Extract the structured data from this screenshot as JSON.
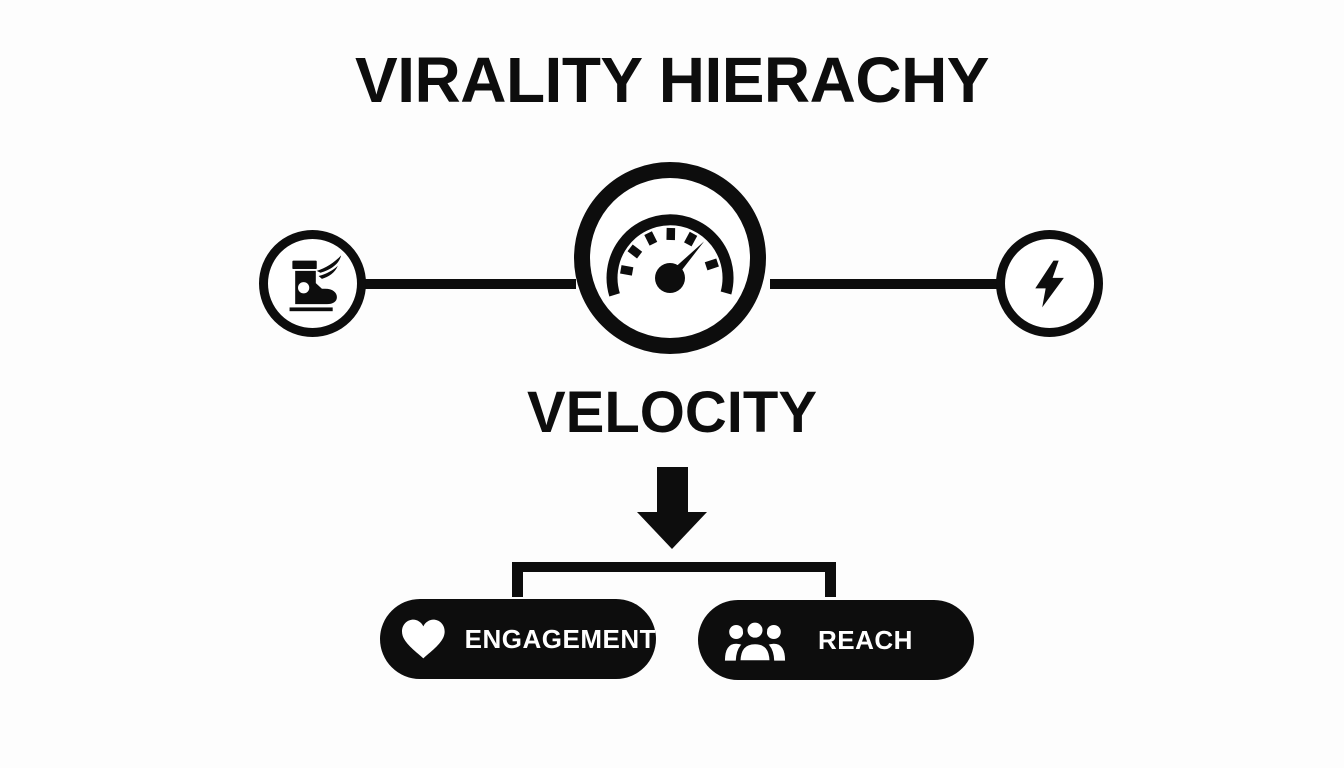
{
  "title": "VIRALITY HIERACHY",
  "colors": {
    "ink": "#0d0d0d",
    "background": "#fdfdfd",
    "pill_background": "#0d0d0d",
    "pill_text": "#ffffff"
  },
  "diagram": {
    "top_row": {
      "left_node": {
        "icon": "winged-boot-icon"
      },
      "center_node": {
        "icon": "speedometer-icon",
        "label": "VELOCITY"
      },
      "right_node": {
        "icon": "lightning-bolt-icon"
      }
    },
    "connector": {
      "icon": "down-arrow-icon"
    },
    "branches": [
      {
        "icon": "heart-icon",
        "label": "ENGAGEMENT"
      },
      {
        "icon": "people-group-icon",
        "label": "REACH"
      }
    ]
  }
}
